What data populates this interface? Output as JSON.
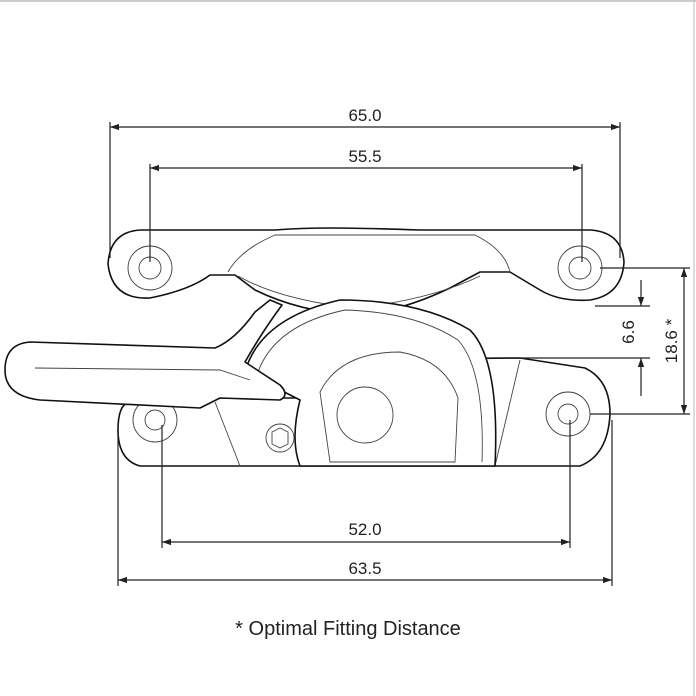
{
  "dimensions": {
    "top_outer": "65.0",
    "top_inner": "55.5",
    "bottom_inner": "52.0",
    "bottom_outer": "63.5",
    "right_small": "6.6",
    "right_large": "18.6 *"
  },
  "footnote": "* Optimal Fitting Distance"
}
